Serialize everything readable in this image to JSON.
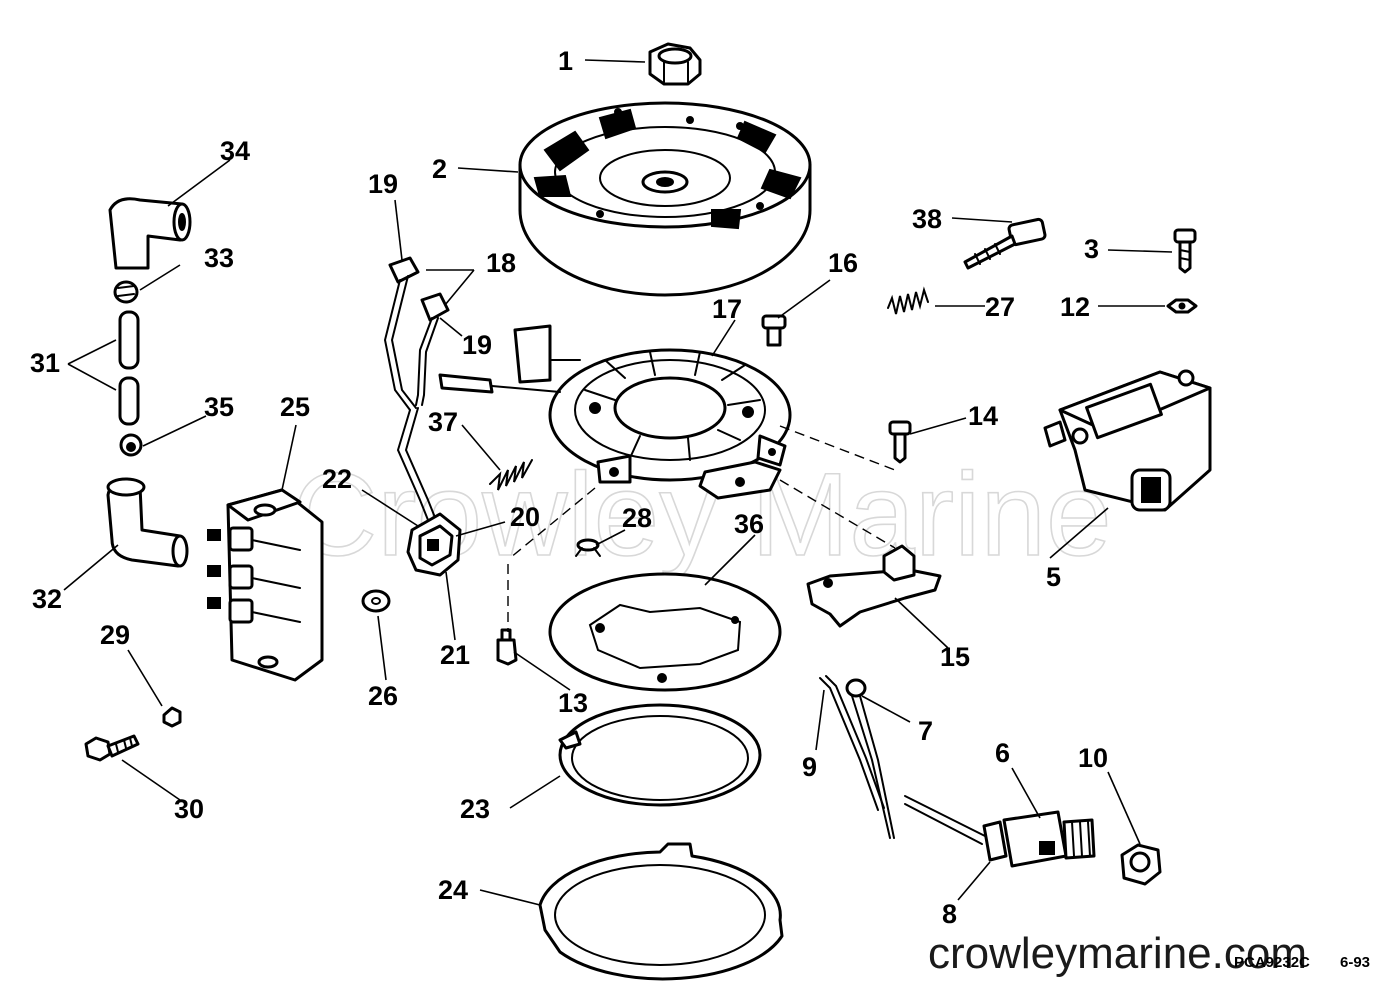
{
  "diagram": {
    "watermark": "Crowley Marine",
    "site": "crowleymarine.com",
    "drawing_code": "PCA9232C",
    "date_code": "6-93",
    "callouts": [
      "1",
      "2",
      "3",
      "5",
      "6",
      "7",
      "8",
      "9",
      "10",
      "12",
      "13",
      "14",
      "15",
      "16",
      "17",
      "18",
      "19",
      "19",
      "20",
      "21",
      "22",
      "23",
      "24",
      "25",
      "26",
      "27",
      "28",
      "29",
      "30",
      "31",
      "32",
      "33",
      "34",
      "35",
      "36",
      "37",
      "38"
    ]
  }
}
